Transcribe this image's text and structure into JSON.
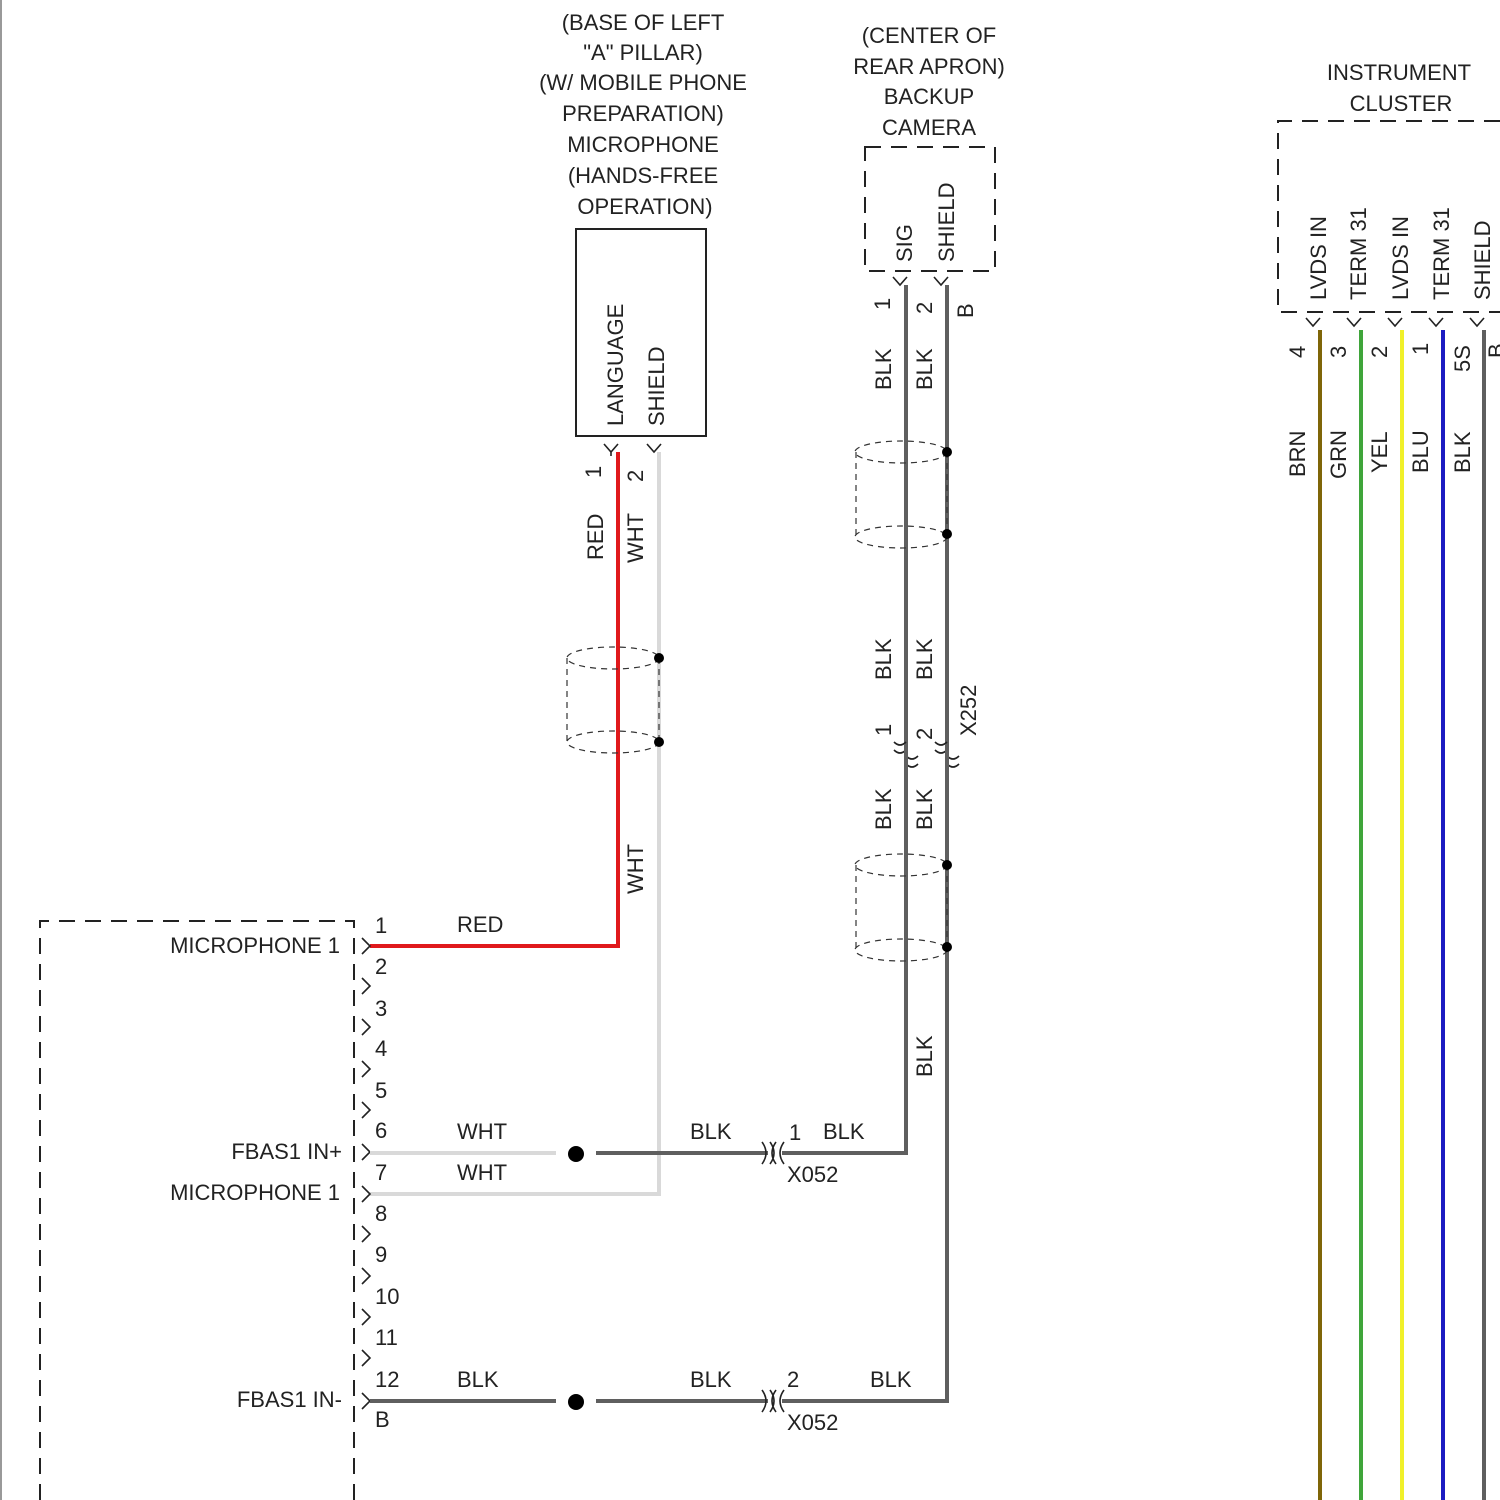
{
  "components": {
    "microphone": {
      "location_lines": [
        "(BASE OF LEFT",
        "\"A\" PILLAR)",
        "(W/ MOBILE PHONE",
        "PREPARATION)",
        "MICROPHONE",
        "(HANDS-FREE",
        "OPERATION)"
      ],
      "pins": [
        {
          "name": "LANGUAGE",
          "number": "1"
        },
        {
          "name": "SHIELD",
          "number": "2"
        }
      ]
    },
    "camera": {
      "location_lines": [
        "(CENTER OF",
        "REAR APRON)",
        "BACKUP",
        "CAMERA"
      ],
      "pins": [
        {
          "name": "SIG",
          "number": "1"
        },
        {
          "name": "SHIELD",
          "number": "2"
        }
      ],
      "case_label": "B"
    },
    "cluster": {
      "title_lines": [
        "INSTRUMENT",
        "CLUSTER"
      ],
      "pins": [
        {
          "name": "LVDS IN",
          "number": "4",
          "color": "BRN"
        },
        {
          "name": "TERM 31",
          "number": "3",
          "color": "GRN"
        },
        {
          "name": "LVDS IN",
          "number": "2",
          "color": "YEL"
        },
        {
          "name": "TERM 31",
          "number": "1",
          "color": "BLU"
        },
        {
          "name": "SHIELD",
          "number": "5S",
          "color": "BLK"
        }
      ],
      "cut_off_label": "B"
    },
    "left_module": {
      "pin_numbers": [
        "1",
        "2",
        "3",
        "4",
        "5",
        "6",
        "7",
        "8",
        "9",
        "10",
        "11",
        "12",
        "B"
      ],
      "pin_labels": {
        "p1": "MICROPHONE 1",
        "p6": "FBAS1 IN+",
        "p7": "MICROPHONE 1",
        "p12": "FBAS1 IN-"
      }
    }
  },
  "wire_labels": {
    "mic_red": "RED",
    "mic_wht": "WHT",
    "mic_wht_lower": "WHT",
    "module_red": "RED",
    "module_wht6": "WHT",
    "module_wht7": "WHT",
    "module_blk12": "BLK",
    "cam_blk": "BLK"
  },
  "connectors": {
    "x252": {
      "label": "X252",
      "pin1": "1",
      "pin2": "2"
    },
    "x052_1": {
      "label": "X052",
      "pin": "1"
    },
    "x052_2": {
      "label": "X052",
      "pin": "2"
    }
  },
  "colors": {
    "RED": "#e0191c",
    "WHT": "#d9d9d9",
    "BLK": "#5f5f5f",
    "BRN": "#7f6508",
    "GRN": "#3fa53a",
    "YEL": "#f0f02a",
    "BLU": "#1c1cc2",
    "LINE": "#222222"
  }
}
